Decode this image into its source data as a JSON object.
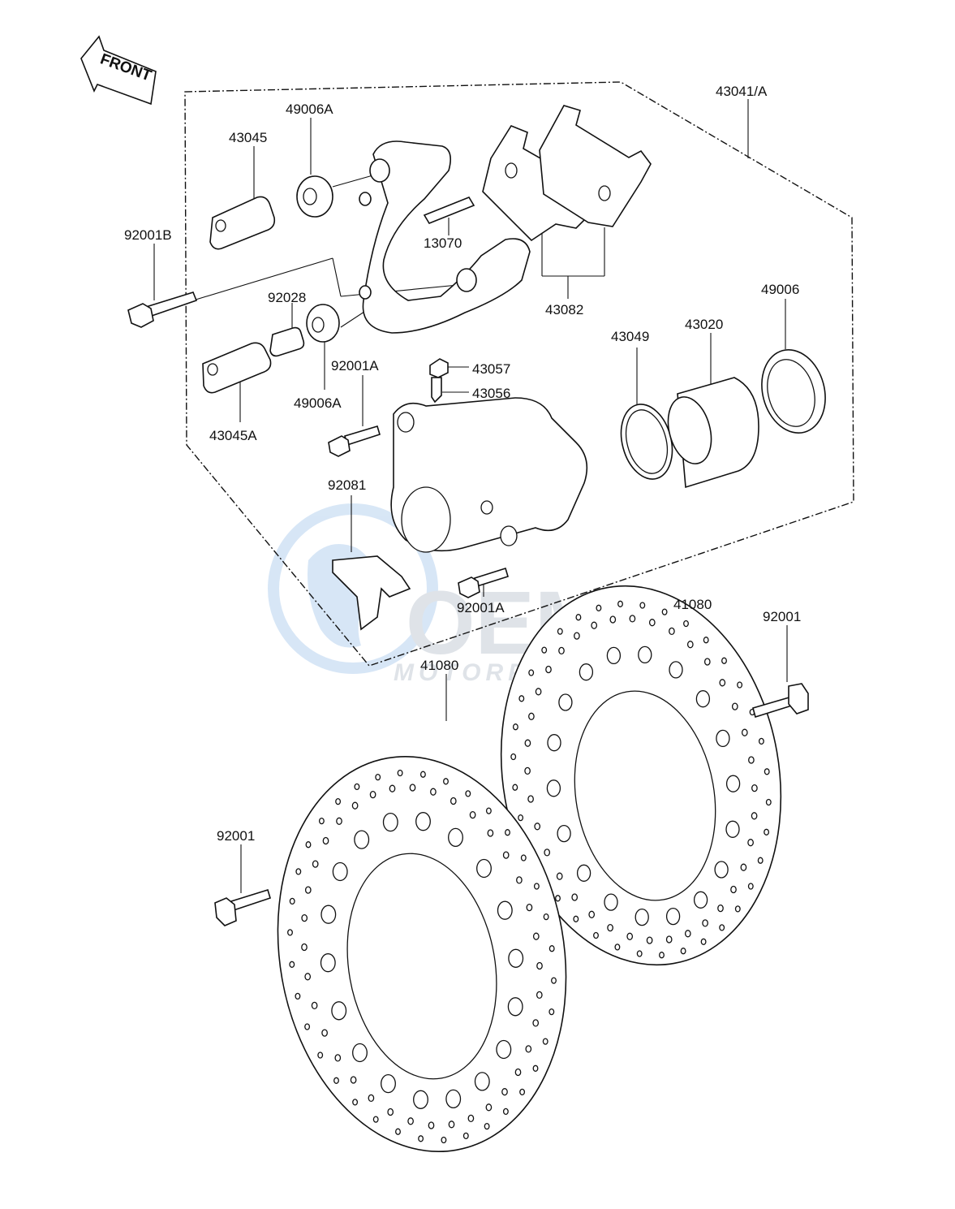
{
  "front_arrow": {
    "label": "FRONT"
  },
  "watermark": {
    "brand": "OEM",
    "sub": "MOTORPARTS",
    "color": "#9fc3e8"
  },
  "parts": [
    {
      "id": "p-43041A",
      "number": "43041/A"
    },
    {
      "id": "p-49006A-top",
      "number": "49006A"
    },
    {
      "id": "p-43045",
      "number": "43045"
    },
    {
      "id": "p-92001B",
      "number": "92001B"
    },
    {
      "id": "p-13070",
      "number": "13070"
    },
    {
      "id": "p-43082",
      "number": "43082"
    },
    {
      "id": "p-92028",
      "number": "92028"
    },
    {
      "id": "p-49006",
      "number": "49006"
    },
    {
      "id": "p-43049",
      "number": "43049"
    },
    {
      "id": "p-43020",
      "number": "43020"
    },
    {
      "id": "p-92001A-top",
      "number": "92001A"
    },
    {
      "id": "p-43057",
      "number": "43057"
    },
    {
      "id": "p-43056",
      "number": "43056"
    },
    {
      "id": "p-49006A-bot",
      "number": "49006A"
    },
    {
      "id": "p-43045A",
      "number": "43045A"
    },
    {
      "id": "p-92081",
      "number": "92081"
    },
    {
      "id": "p-92001A-bot",
      "number": "92001A"
    },
    {
      "id": "p-41080-right",
      "number": "41080"
    },
    {
      "id": "p-92001-right",
      "number": "92001"
    },
    {
      "id": "p-41080-left",
      "number": "41080"
    },
    {
      "id": "p-92001-left",
      "number": "92001"
    }
  ]
}
